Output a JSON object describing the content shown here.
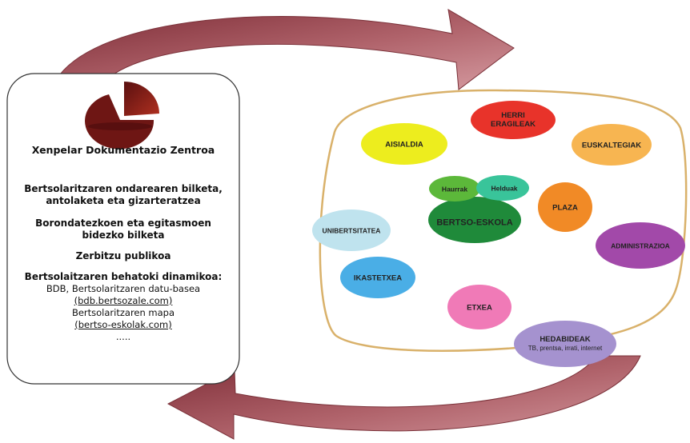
{
  "left_panel": {
    "title": "Xenpelar Dokumentazio Zentroa",
    "item1": "Bertsolaritzaren ondarearen bilketa, antolaketa eta gizarteratzea",
    "item2": "Borondatezkoen eta egitasmoen bidezko bilketa",
    "item3": "Zerbitzu publikoa",
    "item4_heading": "Bertsolaitzaren behatoki dinamikoa:",
    "item4_line1": "BDB, Bertsolaritzaren datu-basea",
    "item4_link1": "(bdb.bertsozale.com)",
    "item4_line2": "Bertsolaritzaren mapa",
    "item4_link2": "(bertso-eskolak.com)",
    "item4_more": "....."
  },
  "right_panel": {
    "aisialdia": "AISIALDIA",
    "herri_eragileak_1": "HERRI",
    "herri_eragileak_2": "ERAGILEAK",
    "euskaltegiak": "EUSKALTEGIAK",
    "haurrak": "Haurrak",
    "helduak": "Helduak",
    "bertso_eskola": "BERTSO-ESKOLA",
    "plaza": "PLAZA",
    "unibertsitatea": "UNIBERTSITATEA",
    "administrazioa": "ADMINISTRAZIOA",
    "ikastetxea": "IKASTETXEA",
    "etxea": "ETXEA",
    "hedabideak": "HEDABIDEAK",
    "hedabideak_sub": "TB, prentsa, irrati, internet"
  },
  "colors": {
    "arrow": "#9b4b57",
    "panel_border": "#d9b16a",
    "aisialdia": "#eded1e",
    "herri_eragileak": "#e8332a",
    "euskaltegiak": "#f7b551",
    "haurrak": "#5cb83a",
    "helduak": "#39c49a",
    "bertso_eskola": "#1f8a3a",
    "plaza": "#f18a26",
    "unibertsitatea": "#bfe3ee",
    "administrazioa": "#a249a9",
    "ikastetxea": "#4aaee6",
    "etxea": "#f07ab7",
    "hedabideak": "#a592cf"
  }
}
